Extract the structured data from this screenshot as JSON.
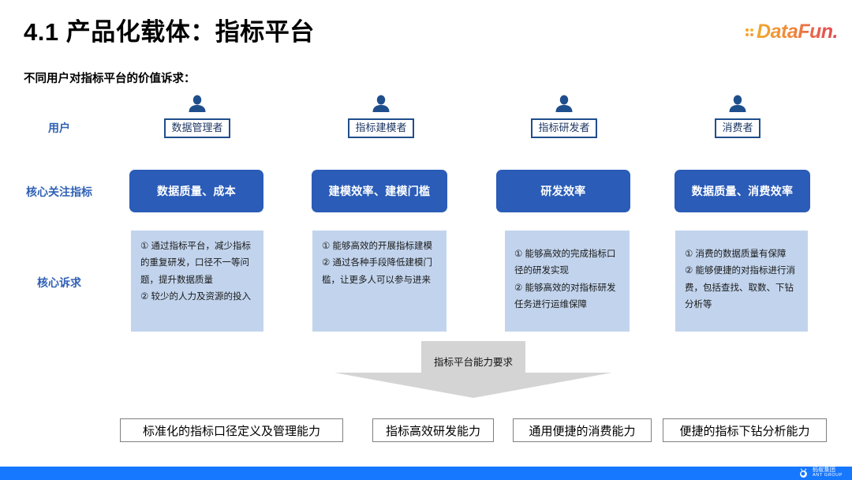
{
  "header": {
    "title": "4.1 产品化载体：指标平台",
    "logo_text": "DataFun.",
    "subtitle": "不同用户对指标平台的价值诉求："
  },
  "row_labels": {
    "users": "用户",
    "core_focus": "核心关注指标",
    "core_demands": "核心诉求"
  },
  "personas": [
    {
      "name": "数据管理者"
    },
    {
      "name": "指标建模者"
    },
    {
      "name": "指标研发者"
    },
    {
      "name": "消费者"
    }
  ],
  "metrics": [
    {
      "label": "数据质量、成本"
    },
    {
      "label": "建模效率、建模门槛"
    },
    {
      "label": "研发效率"
    },
    {
      "label": "数据质量、消费效率"
    }
  ],
  "demands": [
    {
      "lines": [
        "① 通过指标平台，减少指标的重复研发，口径不一等问题，提升数据质量",
        "② 较少的人力及资源的投入"
      ]
    },
    {
      "lines": [
        "① 能够高效的开展指标建模",
        "② 通过各种手段降低建模门槛，让更多人可以参与进来"
      ]
    },
    {
      "lines": [
        "① 能够高效的完成指标口径的研发实现",
        "② 能够高效的对指标研发任务进行运维保障"
      ]
    },
    {
      "lines": [
        "① 消费的数据质量有保障",
        "② 能够便捷的对指标进行消费，包括查找、取数、下钻分析等"
      ]
    }
  ],
  "arrow": {
    "label": "指标平台能力要求"
  },
  "capabilities": [
    {
      "label": "标准化的指标口径定义及管理能力"
    },
    {
      "label": "指标高效研发能力"
    },
    {
      "label": "通用便捷的消费能力"
    },
    {
      "label": "便捷的指标下钻分析能力"
    }
  ],
  "footer": {
    "brand_cn": "蚂蚁集团",
    "brand_en": "ANT GROUP"
  },
  "colors": {
    "accent_blue": "#2a5cb8",
    "light_blue": "#c2d4ed",
    "label_blue": "#3060b5",
    "footer_blue": "#1677ff",
    "arrow_gray": "#d4d4d4"
  }
}
